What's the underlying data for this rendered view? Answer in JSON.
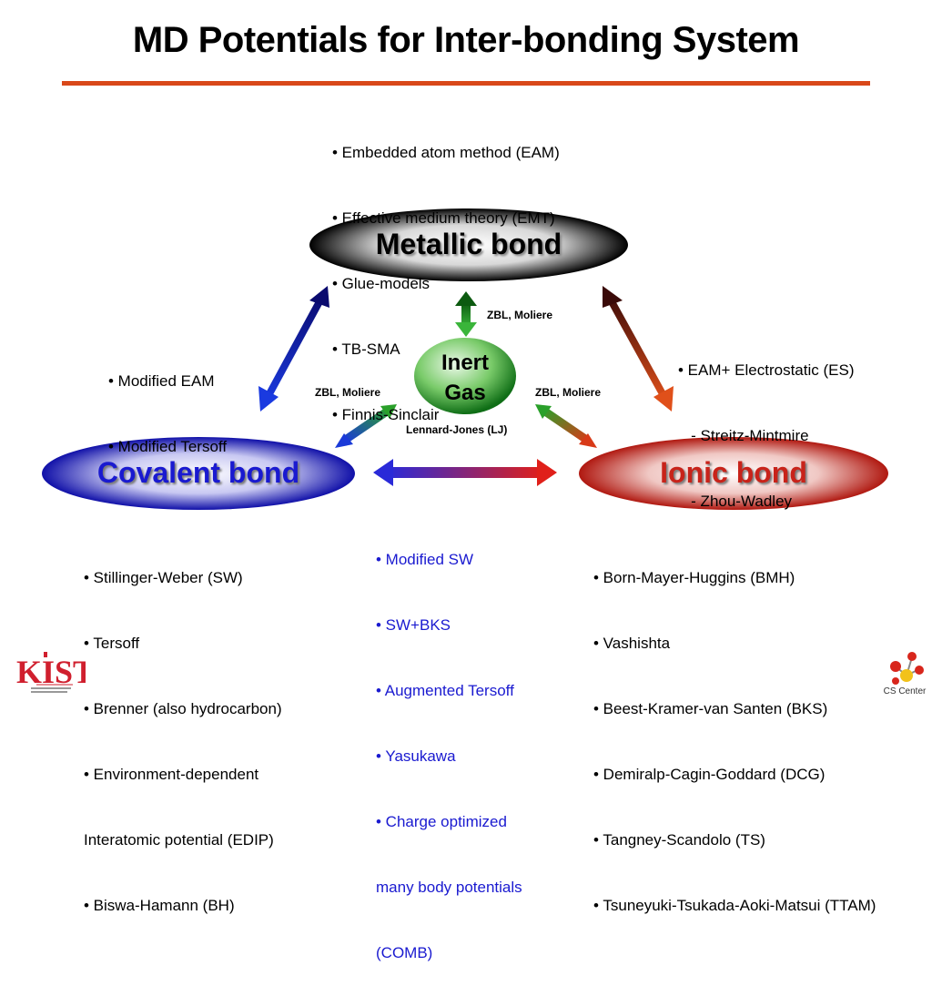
{
  "title": "MD Potentials for Inter-bonding System",
  "nodes": {
    "metallic": "Metallic bond",
    "covalent": "Covalent bond",
    "ionic": "Ionic bond",
    "inert_line1": "Inert",
    "inert_line2": "Gas"
  },
  "metallic_potentials": [
    "• Embedded atom method (EAM)",
    "• Effective medium theory (EMT)",
    "• Glue-models",
    "• TB-SMA",
    "• Finnis-Sinclair"
  ],
  "metallic_covalent_potentials": [
    "• Modified EAM",
    "• Modified Tersoff"
  ],
  "metallic_ionic_potentials": [
    "• EAM+ Electrostatic (ES)",
    "   - Streitz-Mintmire",
    "   - Zhou-Wadley"
  ],
  "covalent_potentials": [
    "• Stillinger-Weber (SW)",
    "• Tersoff",
    "• Brenner (also hydrocarbon)",
    "• Environment-dependent",
    "Interatomic potential (EDIP)",
    "• Biswa-Hamann (BH)"
  ],
  "covalent_ionic_potentials": [
    "• Modified SW",
    "• SW+BKS",
    "• Augmented Tersoff",
    "• Yasukawa",
    "• Charge optimized",
    "many body potentials",
    "(COMB)"
  ],
  "ionic_potentials": [
    "• Born-Mayer-Huggins (BMH)",
    "• Vashishta",
    "• Beest-Kramer-van Santen (BKS)",
    "• Demiralp-Cagin-Goddard (DCG)",
    "• Tangney-Scandolo (TS)",
    "• Tsuneyuki-Tsukada-Aoki-Matsui (TTAM)"
  ],
  "inert_links": {
    "to_metallic": "ZBL, Moliere",
    "to_covalent": "ZBL, Moliere",
    "to_ionic": "ZBL, Moliere",
    "self": "Lennard-Jones (LJ)"
  },
  "logos": {
    "left_text": "KIST",
    "right_text": "CS Center"
  },
  "colors": {
    "title_rule": "#d9481a",
    "covalent": "#1a1ad0",
    "ionic": "#c8231a",
    "inert": "#1e8a2a"
  }
}
